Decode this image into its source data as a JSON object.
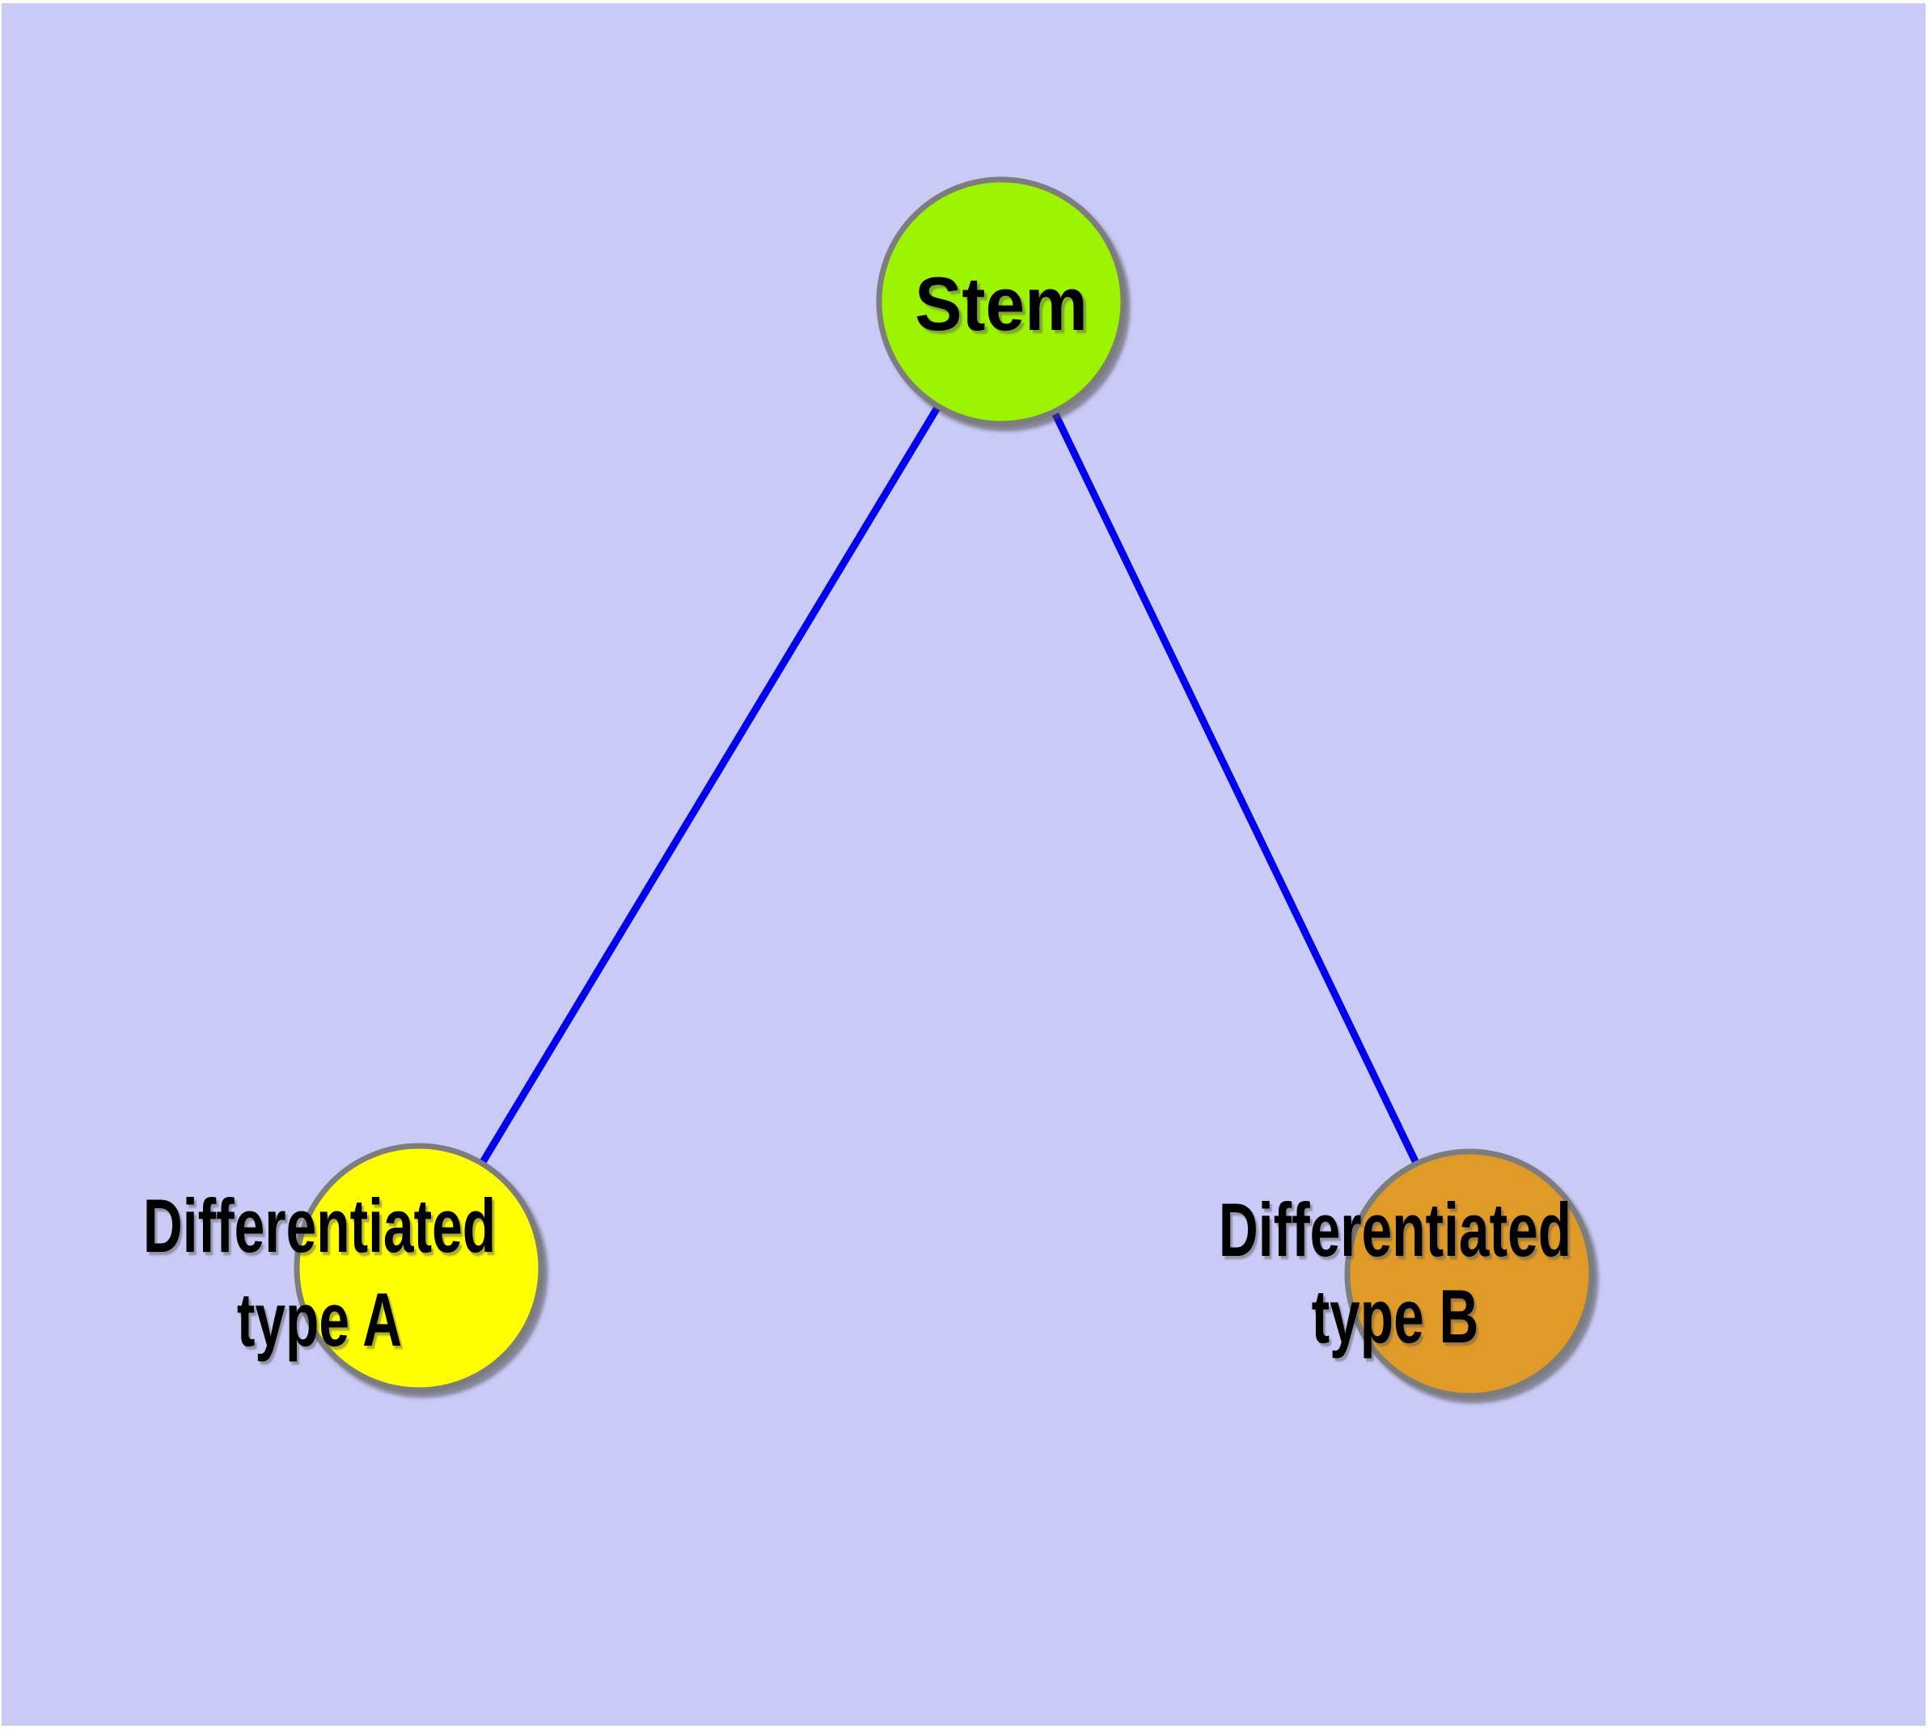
{
  "figure": {
    "background_color": "#cacaf6",
    "page_margin_color": "#ffffff",
    "edge_color": "#0000ee",
    "node_border_color": "#7d7d7d",
    "label_color": "#000000",
    "nodes": [
      {
        "id": "stem",
        "label": "Stem",
        "fill": "#9df400"
      },
      {
        "id": "differentiated-type-a",
        "label_line1": "Differentiated",
        "label_line2": "type A",
        "fill": "#ffff00"
      },
      {
        "id": "differentiated-type-b",
        "label_line1": "Differentiated",
        "label_line2": "type B",
        "fill": "#e09a28"
      }
    ],
    "edges": [
      {
        "from": "stem",
        "to": "differentiated-type-a"
      },
      {
        "from": "stem",
        "to": "differentiated-type-b"
      }
    ]
  }
}
